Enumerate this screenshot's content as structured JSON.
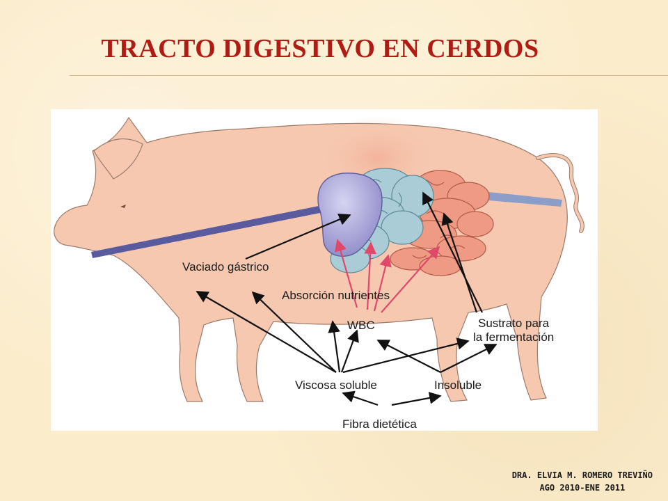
{
  "slide": {
    "title": "TRACTO DIGESTIVO EN CERDOS",
    "footer_line1": "DRA. ELVIA M. ROMERO TREVIÑO",
    "footer_line2": "AGO 2010-ENE 2011"
  },
  "diagram": {
    "labels": {
      "vaciado": "Vaciado gástrico",
      "absorcion": "Absorción nutrientes",
      "wbc": "WBC",
      "sustrato_1": "Sustrato para",
      "sustrato_2": "la fermentación",
      "viscosa": "Viscosa soluble",
      "insoluble": "Insoluble",
      "fibra": "Fibra dietética"
    },
    "colors": {
      "body": "#f6c8b0",
      "body_outline": "#8a6a5a",
      "esophagus": "#5a5a9e",
      "stomach": "#a9a6d8",
      "small_intestine": "#9fc4cf",
      "large_intestine": "#ee9a84",
      "red_arrows": "#e0486a",
      "title": "#b01c14"
    }
  }
}
